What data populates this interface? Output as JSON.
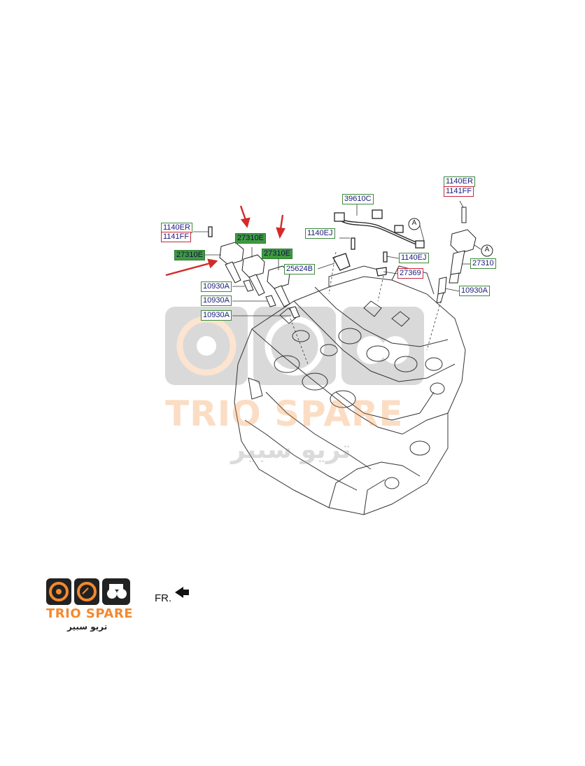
{
  "diagram": {
    "labels": {
      "l1140er_left": "1140ER",
      "l1141ff_left": "1141FF",
      "l27310e_a": "27310E",
      "l27310e_b": "27310E",
      "l27310e_c": "27310E",
      "l10930a_1": "10930A",
      "l10930a_2": "10930A",
      "l10930a_3": "10930A",
      "l39610c": "39610C",
      "l1140ej_1": "1140EJ",
      "l1140ej_2": "1140EJ",
      "l25624b": "25624B",
      "l27369": "27369",
      "l1140er_right": "1140ER",
      "l1141ff_right": "1141FF",
      "l27310_right": "27310",
      "l10930a_right": "10930A",
      "circle_a1": "A",
      "circle_a2": "A"
    },
    "direction_label": "FR."
  },
  "watermark": {
    "brand": "TRIO SPARE",
    "arabic": "تريو سبير"
  },
  "logo": {
    "brand": "TRIO SPARE",
    "arabic": "تريو سبير"
  },
  "colors": {
    "label_border_green": "#3a8a3a",
    "label_border_red": "#c8283a",
    "label_fill_green": "#3f9a3f",
    "label_text": "#1a1a7a",
    "arrow_red": "#d42a2a",
    "logo_orange": "#f2892f"
  }
}
